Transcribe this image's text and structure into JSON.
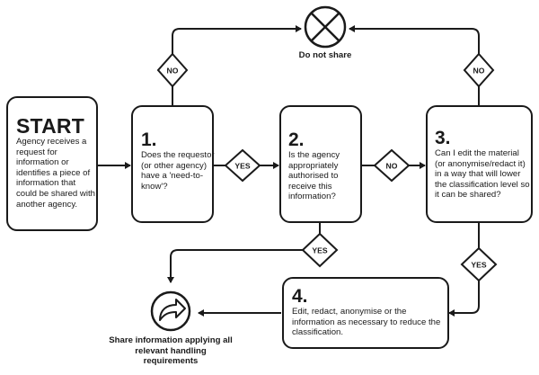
{
  "start": {
    "title": "START",
    "text": "Agency receives a request for information or identifies a piece of information that could be shared with another agency."
  },
  "steps": [
    {
      "number": "1.",
      "text": "Does the requestor (or other agency) have a 'need-to-know'?"
    },
    {
      "number": "2.",
      "text": "Is the agency appropriately authorised to receive this information?"
    },
    {
      "number": "3.",
      "text": "Can I edit the material (or anonymise/redact it) in a way that will lower the classification level so it can be shared?"
    },
    {
      "number": "4.",
      "text": "Edit, redact, anonymise or the information as necessary to reduce the classification."
    }
  ],
  "decisions": {
    "yes": "YES",
    "no": "NO"
  },
  "outcomes": {
    "do_not_share": "Do not share",
    "share": "Share information applying all relevant handling requirements"
  },
  "icons": {
    "do_not_share": "cross-circle-icon",
    "share": "share-arrow-circle-icon"
  },
  "colors": {
    "line": "#1a1a1a",
    "background": "#ffffff"
  }
}
